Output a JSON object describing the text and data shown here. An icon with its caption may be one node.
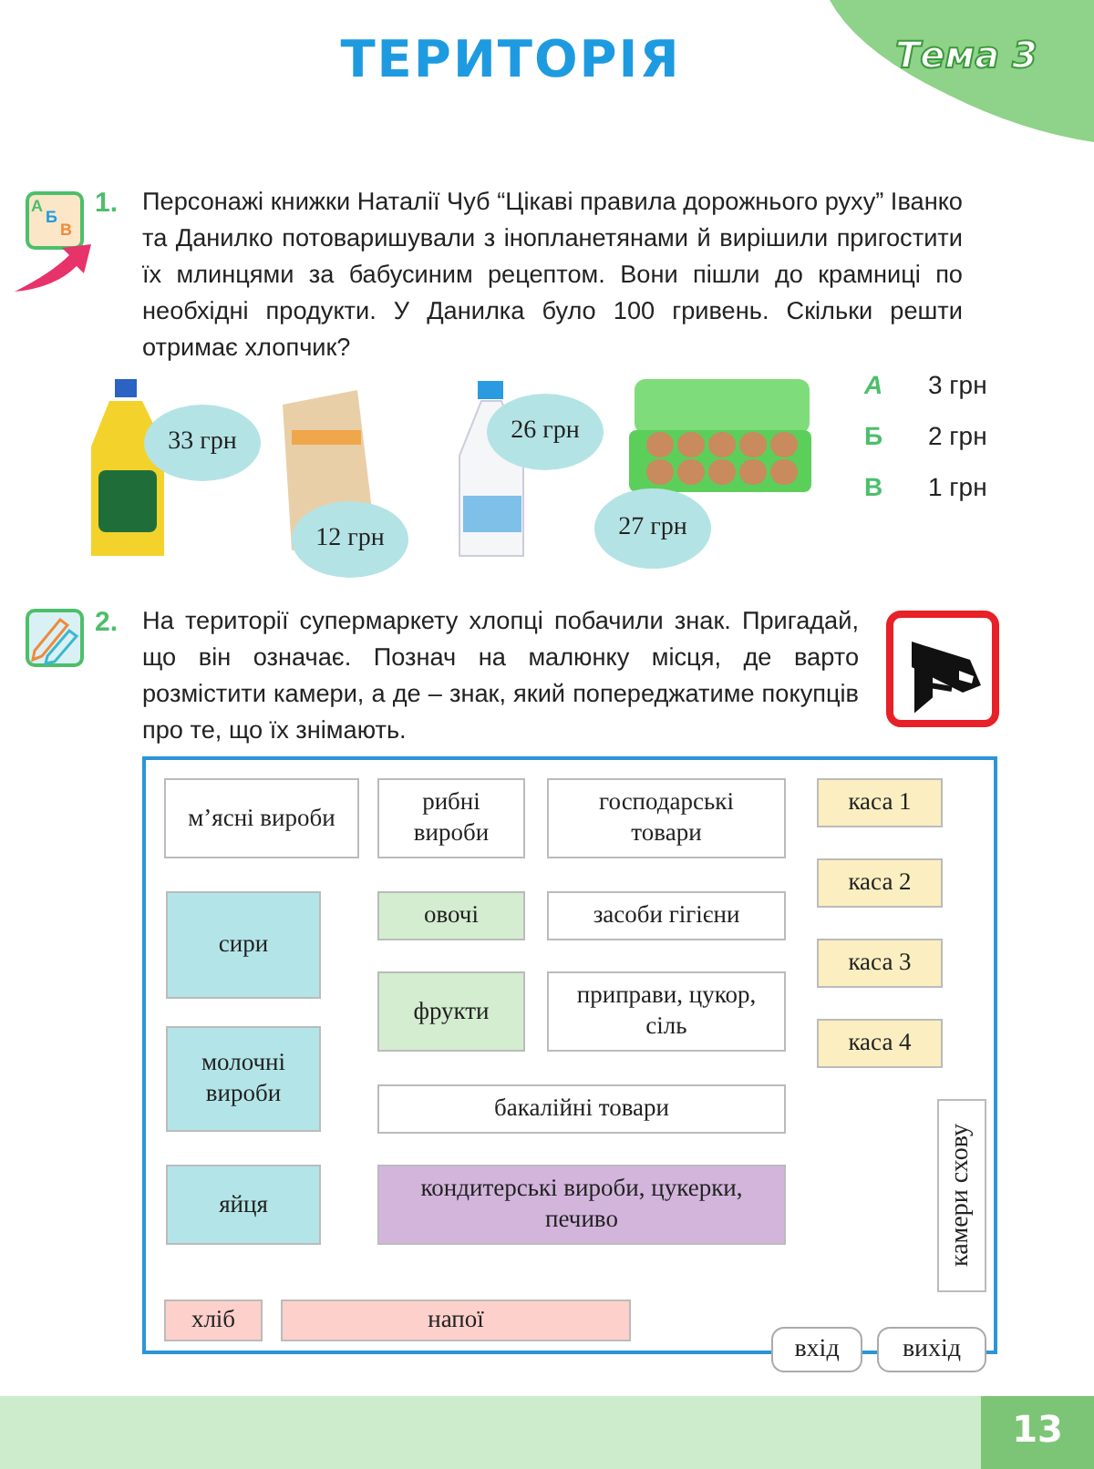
{
  "diagram": {
    "title": "ТЕРИТОРІЯ",
    "nodes": [
      {
        "text": [
          "33 грн"
        ]
      },
      {
        "text": [
          "12 грн"
        ]
      },
      {
        "text": [
          "26 грн"
        ]
      },
      {
        "text": [
          "27 грн"
        ]
      },
      {
        "text": [],
        "shape": "box"
      },
      {
        "text": [
          "м’ясні вироби"
        ],
        "in": 4
      },
      {
        "text": [
          "рибні вироби"
        ],
        "in": 4
      },
      {
        "text": [
          "господарські товари"
        ],
        "in": 4
      },
      {
        "text": [
          "каса 1"
        ],
        "in": 4
      },
      {
        "text": [
          "каса 2"
        ],
        "in": 4
      },
      {
        "text": [
          "сири"
        ],
        "in": 4
      },
      {
        "text": [
          "овочі"
        ],
        "in": 4
      },
      {
        "text": [
          "засоби гігієни"
        ],
        "in": 4
      },
      {
        "text": [
          "каса 3"
        ],
        "in": 4
      },
      {
        "text": [
          "фрукти"
        ],
        "in": 4
      },
      {
        "text": [
          "приправи, цукор, сіль"
        ],
        "in": 4
      },
      {
        "text": [
          "каса 4"
        ],
        "in": 4
      },
      {
        "text": [
          "молочні вироби"
        ],
        "in": 4
      },
      {
        "text": [
          "бакалійні товари"
        ],
        "in": 4
      },
      {
        "text": [
          "камери схову"
        ],
        "in": 4
      },
      {
        "text": [
          "яйця"
        ],
        "in": 4
      },
      {
        "text": [
          "кондитерські вироби, цукерки, печиво"
        ],
        "in": 4
      },
      {
        "text": [
          "хліб"
        ],
        "in": 4
      },
      {
        "text": [
          "напої"
        ],
        "in": 4
      },
      {
        "text": [
          "вхід"
        ]
      },
      {
        "text": [
          "вихід"
        ]
      }
    ],
    "labels": [
      "Тема 3",
      "А",
      "Б",
      "В",
      "1.",
      "Персонажі книжки Наталії Чуб “Цікаві правила дорожнього руху” Іванко та Данилко потоваришували з інопланетянами й вирішили пригостити їх млинцями за бабусиним рецептом. Вони пішли до крамниці по необхідні продукти. У Данилка було 100 гривень. Скільки решти отримає хлопчик?",
      "А",
      "3 грн",
      "Б",
      "2 грн",
      "В",
      "1 грн",
      "2.",
      "На території супермаркету хлопці побачили знак. Пригадай, що він означає. Познач на малюнку місця, де варто розмістити камери, а де – знак, який попереджатиме покупців про те, що їх знімають.",
      "13"
    ]
  }
}
